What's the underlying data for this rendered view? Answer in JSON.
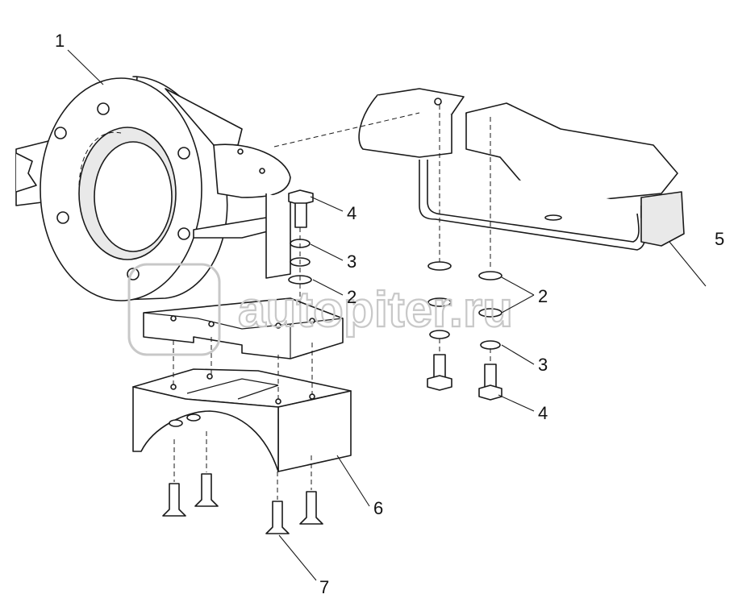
{
  "callouts": [
    {
      "id": "c1",
      "label": "1"
    },
    {
      "id": "c4a",
      "label": "4"
    },
    {
      "id": "c3a",
      "label": "3"
    },
    {
      "id": "c2a",
      "label": "2"
    },
    {
      "id": "c5",
      "label": "5"
    },
    {
      "id": "c2b",
      "label": "2"
    },
    {
      "id": "c3b",
      "label": "3"
    },
    {
      "id": "c4b",
      "label": "4"
    },
    {
      "id": "c6",
      "label": "6"
    },
    {
      "id": "c7",
      "label": "7"
    }
  ],
  "watermark": {
    "text": "autopiter.ru",
    "color": "#c8c8c8"
  },
  "colors": {
    "line": "#1a1a1a",
    "background": "#ffffff"
  }
}
